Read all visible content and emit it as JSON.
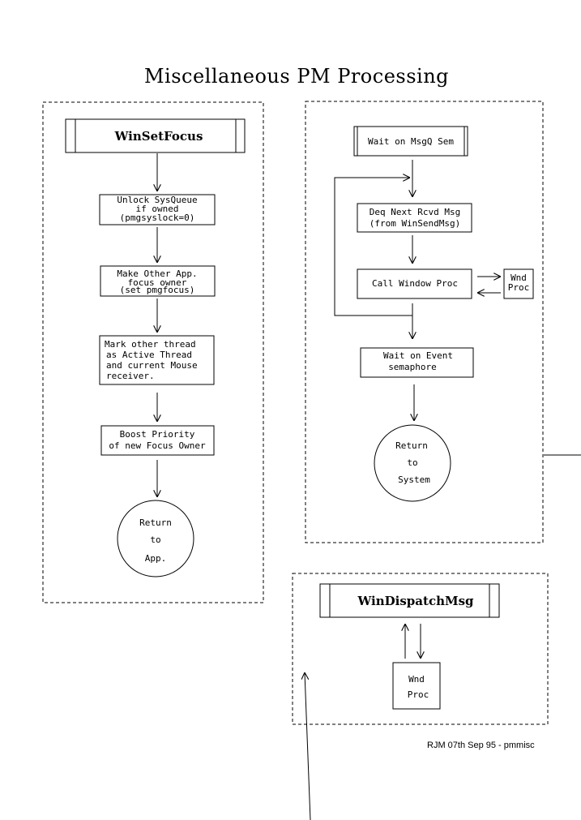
{
  "title": "Miscellaneous PM Processing",
  "win_set_focus": {
    "header": "WinSetFocus",
    "step1": [
      "Unlock SysQueue",
      "if owned",
      "(pmgsyslock=0)"
    ],
    "step2": [
      "Make Other App.",
      "focus owner",
      "(set pmgfocus)"
    ],
    "step3": [
      "Mark other thread",
      "as Active Thread",
      "and current Mouse",
      "receiver."
    ],
    "step4": [
      "Boost Priority",
      "of new Focus Owner"
    ],
    "end": [
      "Return",
      "to",
      "App."
    ]
  },
  "msg_loop": {
    "wait_msgq": "Wait on MsgQ Sem",
    "deq": [
      "Deq Next Rcvd Msg",
      "(from WinSendMsg)"
    ],
    "call_proc": "Call Window Proc",
    "wnd_proc": [
      "Wnd",
      "Proc"
    ],
    "wait_event": [
      "Wait on Event",
      "semaphore"
    ],
    "end": [
      "Return",
      "to",
      "System"
    ]
  },
  "win_dispatch": {
    "header": "WinDispatchMsg",
    "wnd_proc": [
      "Wnd",
      "Proc"
    ]
  },
  "footer": "RJM 07th Sep 95 - pmmisc"
}
